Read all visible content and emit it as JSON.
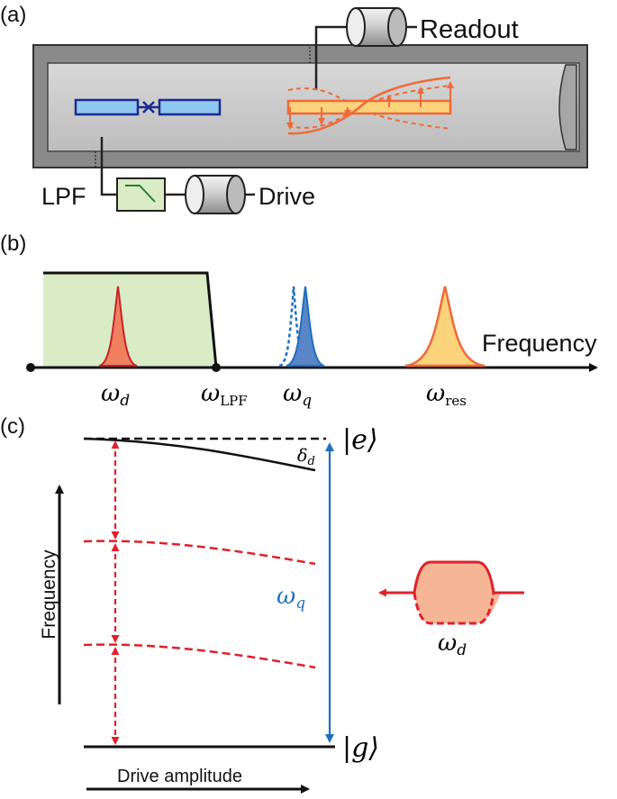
{
  "panels": {
    "a": {
      "label": "(a)"
    },
    "b": {
      "label": "(b)"
    },
    "c": {
      "label": "(c)"
    }
  },
  "panel_a": {
    "readout_label": "Readout",
    "drive_label": "Drive",
    "lpf_label": "LPF"
  },
  "panel_b": {
    "axis_label": "Frequency",
    "omega_d": {
      "sym": "ω",
      "sub": "d"
    },
    "omega_lpf": {
      "sym": "ω",
      "sub": "LPF"
    },
    "omega_q": {
      "sym": "ω",
      "sub": "q"
    },
    "omega_res": {
      "sym": "ω",
      "sub": "res"
    }
  },
  "panel_c": {
    "y_axis_label": "Frequency",
    "x_axis_label": "Drive amplitude",
    "state_e": "|e⟩",
    "state_g": "|g⟩",
    "delta": {
      "sym": "δ",
      "sub": "d"
    },
    "omega_q": {
      "sym": "ω",
      "sub": "q"
    },
    "omega_d": {
      "sym": "ω",
      "sub": "d"
    }
  },
  "colors": {
    "qubit_blue": "#1f6fbf",
    "drive_red": "#e0202a",
    "resonator_orange": "#ee6a3a",
    "filter_green_fill": "#d9ecc6",
    "cavity_gray": "#8a8a8a"
  }
}
